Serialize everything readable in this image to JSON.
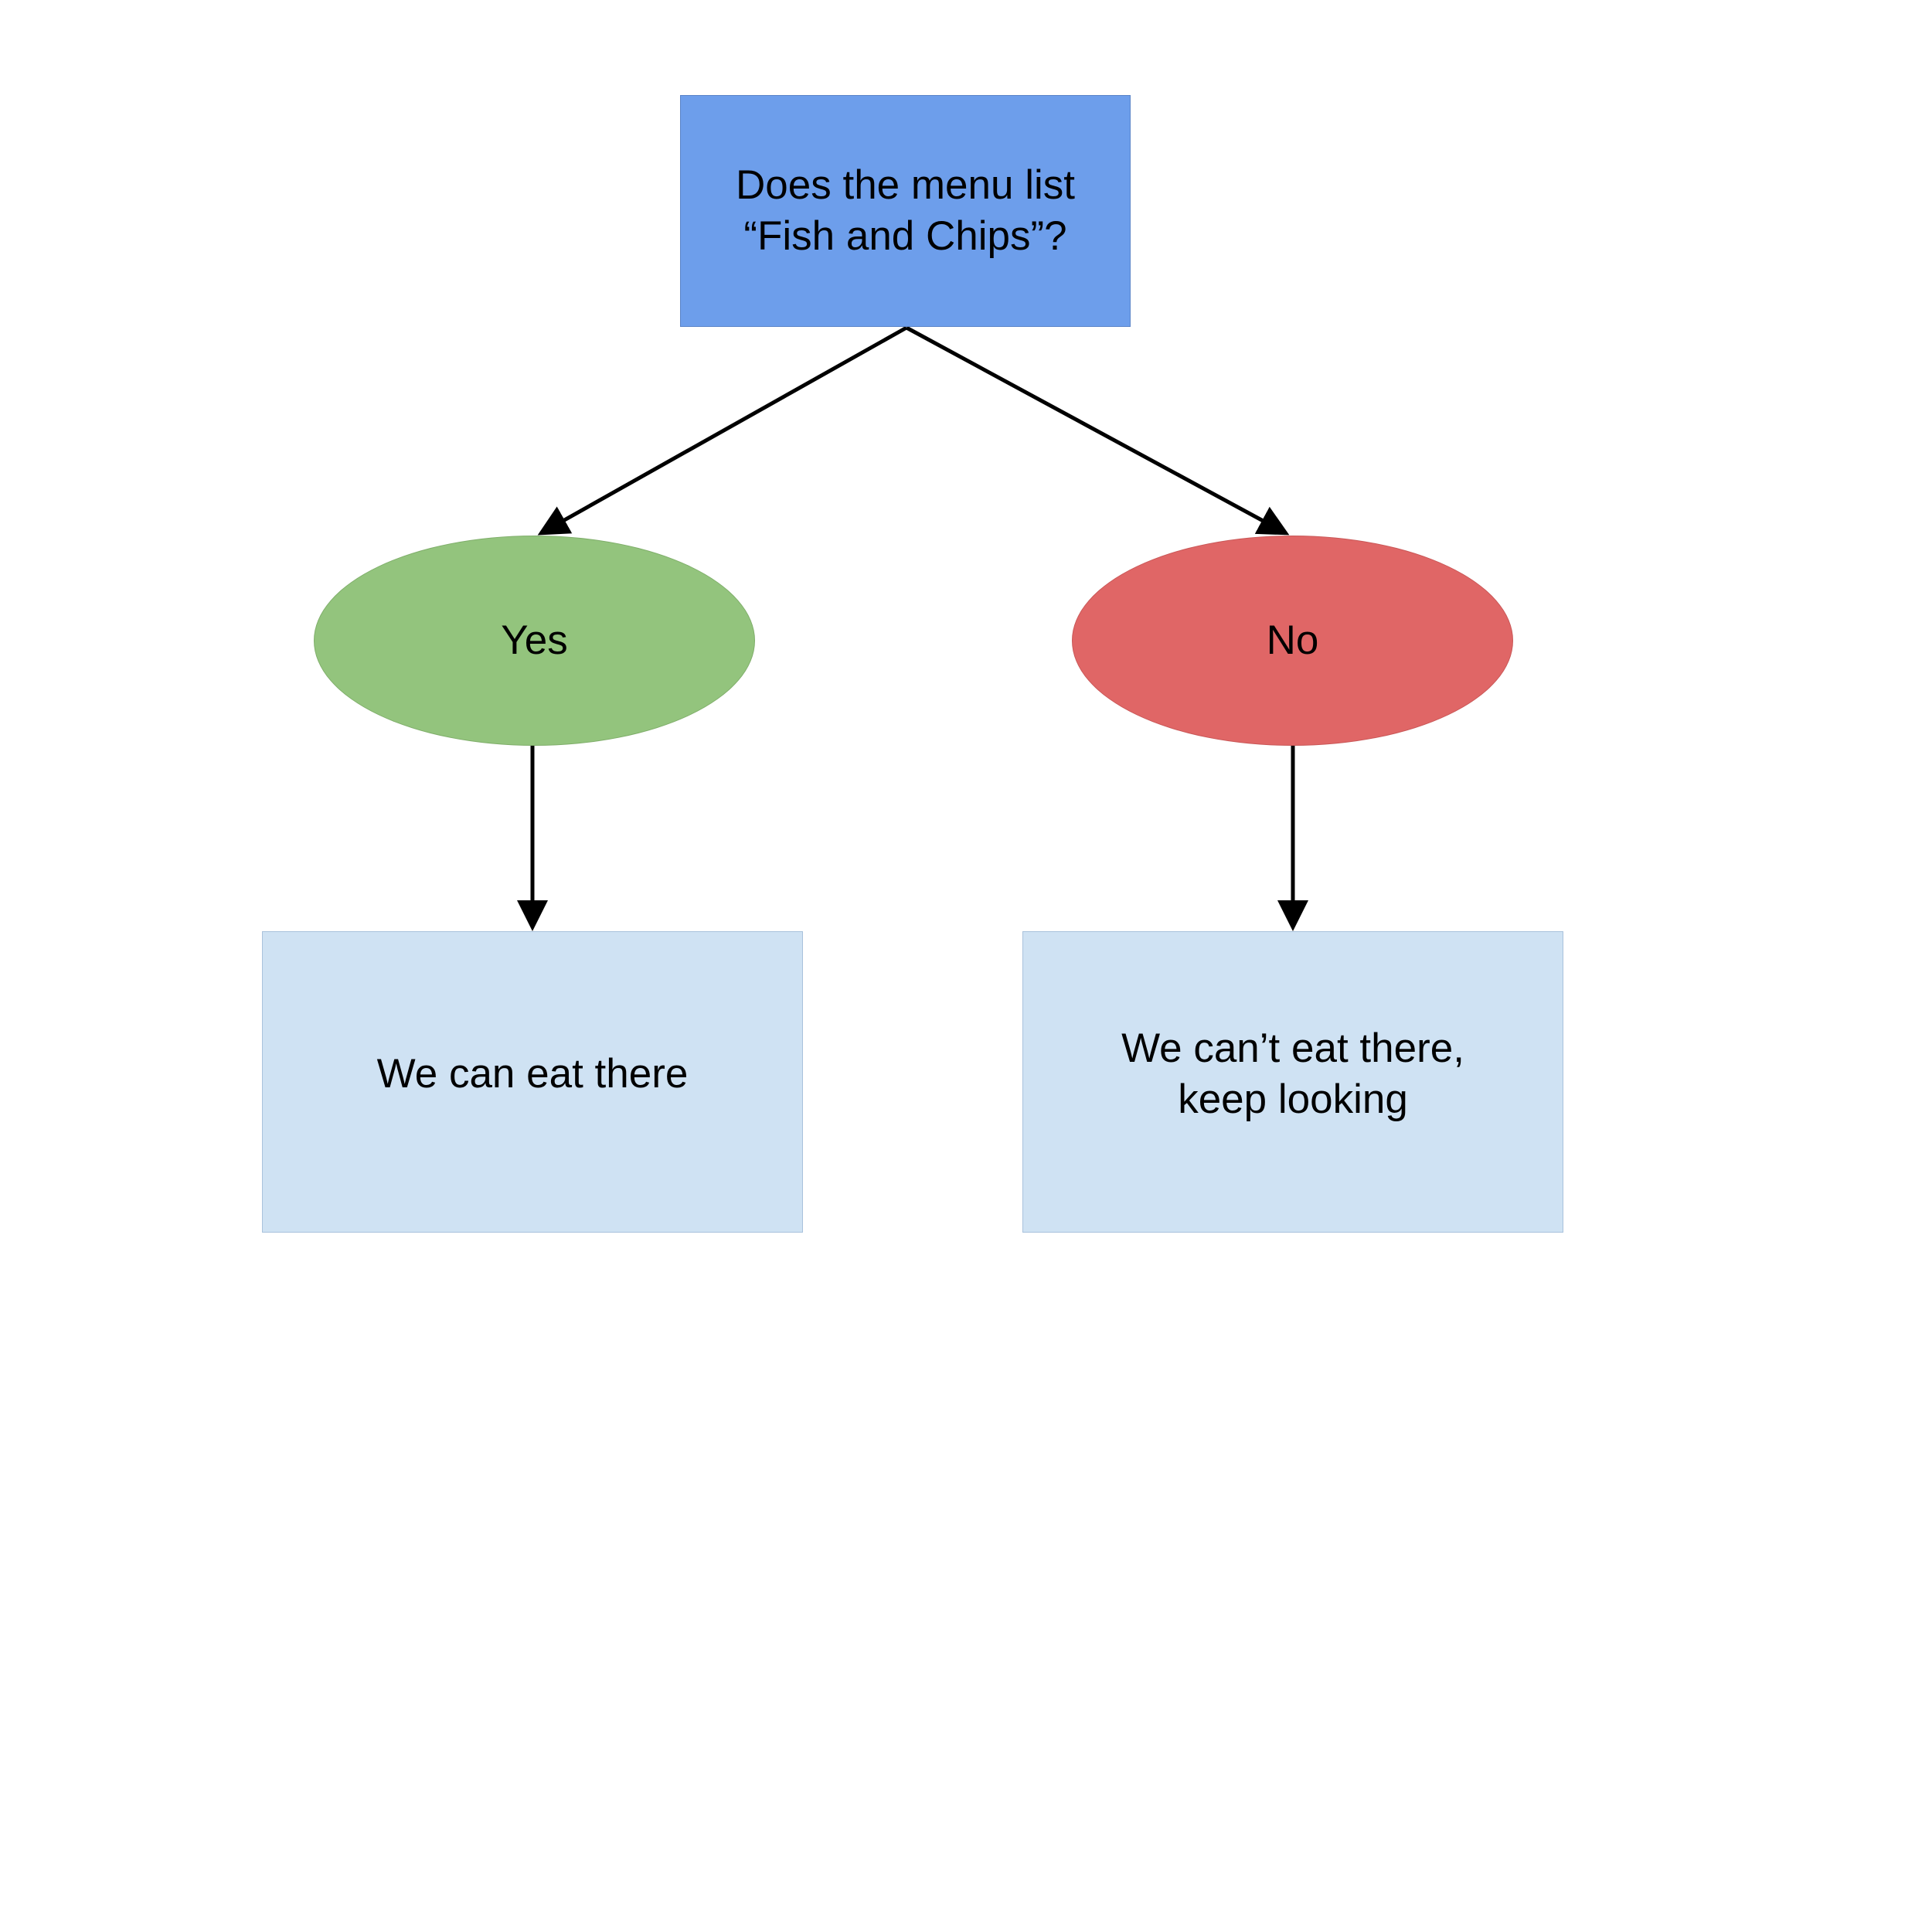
{
  "question": {
    "line1": "Does the menu list",
    "line2": "“Fish and Chips”?"
  },
  "yes": {
    "label": "Yes"
  },
  "no": {
    "label": "No"
  },
  "yes_outcome": {
    "text": "We can eat there"
  },
  "no_outcome": {
    "line1": "We can’t eat there,",
    "line2": "keep looking"
  },
  "colors": {
    "question": "#6d9eeb",
    "yes": "#93c47d",
    "no": "#e06666",
    "outcome": "#cfe2f3"
  }
}
